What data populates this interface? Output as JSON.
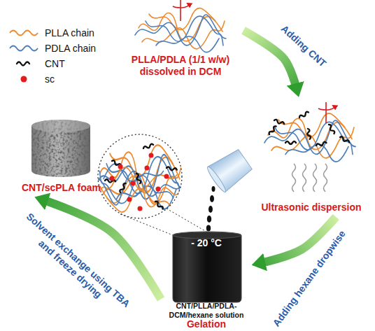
{
  "diagram": {
    "nodes": [
      {
        "text": [
          "PLLA/PDLA (1/1 w/w) dissolved in DCM"
        ]
      },
      {
        "text": [
          "Ultrasonic dispersion"
        ]
      },
      {
        "text": [
          "- 20 °C",
          "CNT/PLLA/PDLA-DCM/hexane solution",
          "Gelation"
        ]
      },
      {
        "text": [
          "CNT/scPLA foam"
        ]
      }
    ],
    "edges": [
      {
        "from": 0,
        "to": 1,
        "label": "Adding CNT",
        "arrow": "to"
      },
      {
        "from": 1,
        "to": 2,
        "label": "Adding hexane dropwise",
        "arrow": "to"
      },
      {
        "from": 2,
        "to": 3,
        "label": "Solvent exchange using TBA and freeze drying",
        "arrow": "to"
      }
    ],
    "legend": [
      {
        "text": "PLLA chain"
      },
      {
        "text": "PDLA chain"
      },
      {
        "text": "CNT"
      },
      {
        "text": "sc",
        "color": "#e41a1c"
      }
    ]
  }
}
